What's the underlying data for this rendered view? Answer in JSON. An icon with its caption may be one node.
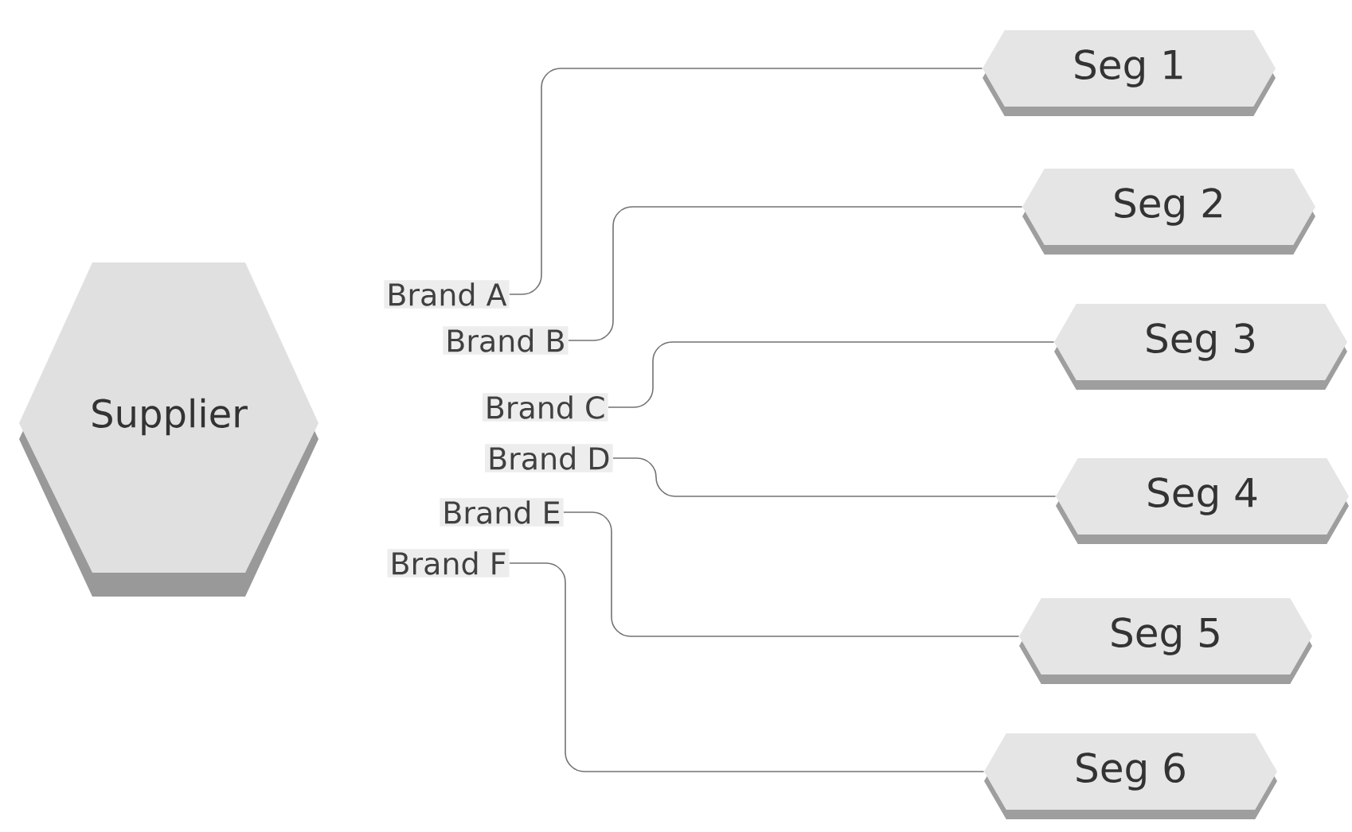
{
  "diagram": {
    "nodes": [
      {
        "text": [
          "Supplier"
        ]
      },
      {
        "text": [
          "Brand A"
        ]
      },
      {
        "text": [
          "Brand B"
        ]
      },
      {
        "text": [
          "Brand C"
        ]
      },
      {
        "text": [
          "Brand D"
        ]
      },
      {
        "text": [
          "Brand E"
        ]
      },
      {
        "text": [
          "Brand F"
        ]
      },
      {
        "text": [
          "Seg 1"
        ]
      },
      {
        "text": [
          "Seg 2"
        ]
      },
      {
        "text": [
          "Seg 3"
        ]
      },
      {
        "text": [
          "Seg 4"
        ]
      },
      {
        "text": [
          "Seg 5"
        ]
      },
      {
        "text": [
          "Seg 6"
        ]
      }
    ],
    "edges": [
      {
        "from": 1,
        "to": 7,
        "arrow": "none"
      },
      {
        "from": 2,
        "to": 8,
        "arrow": "none"
      },
      {
        "from": 3,
        "to": 9,
        "arrow": "none"
      },
      {
        "from": 4,
        "to": 10,
        "arrow": "none"
      },
      {
        "from": 5,
        "to": 11,
        "arrow": "none"
      },
      {
        "from": 6,
        "to": 12,
        "arrow": "none"
      }
    ]
  }
}
